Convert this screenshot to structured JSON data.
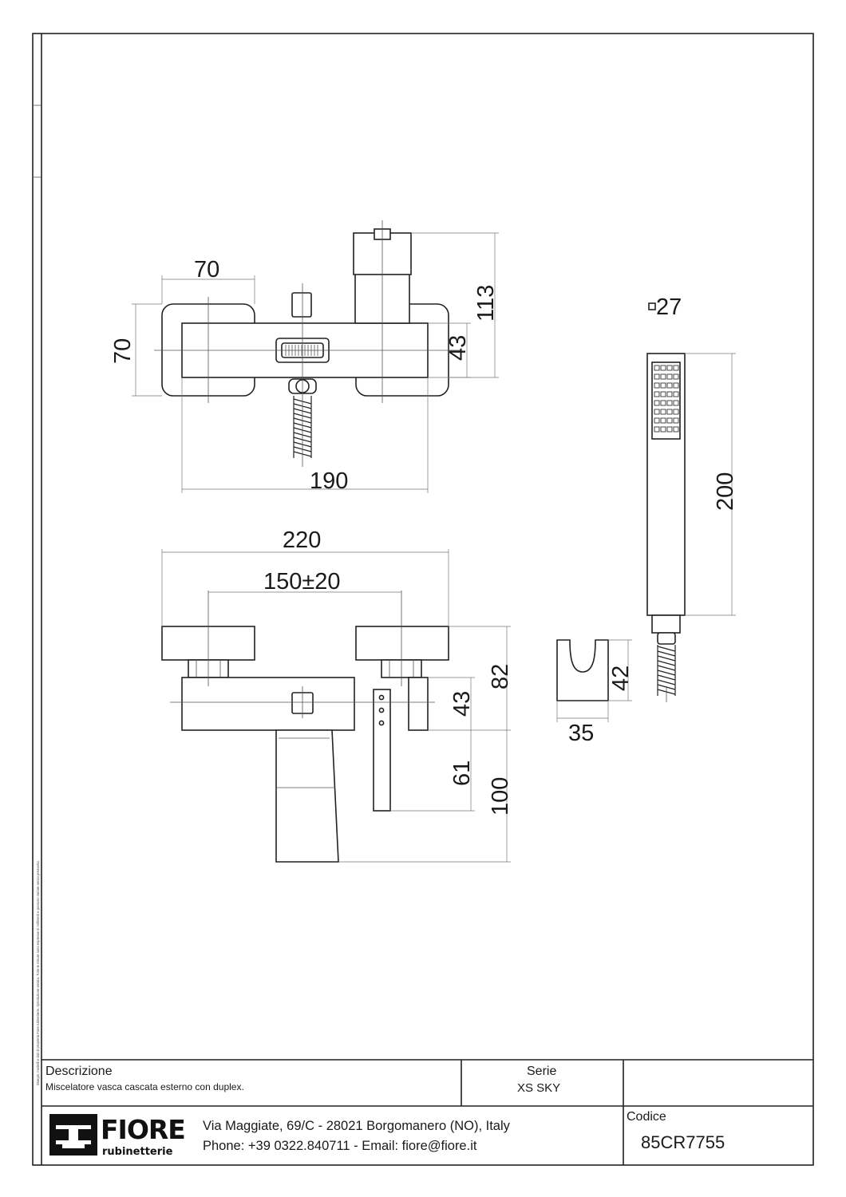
{
  "drawing": {
    "dimensions": {
      "top_width_70": "70",
      "top_height_70": "70",
      "top_height_43": "43",
      "top_height_113": "113",
      "top_width_190": "190",
      "front_width_220": "220",
      "front_centers": "150±20",
      "front_height_82": "82",
      "front_height_43": "43",
      "front_height_61": "61",
      "front_height_100": "100",
      "holder_height_42": "42",
      "holder_width_35": "35",
      "handshower_square": "27",
      "handshower_length": "200"
    },
    "side_note": "Disegni, modelli e dati di proprietà Fiore rubinetterie, riproduzione vietata. Tutte le misure sono espresse in millimetri e possono variare senza preavviso."
  },
  "title_block": {
    "descrizione_label": "Descrizione",
    "descrizione_value": "Miscelatore vasca cascata esterno con duplex.",
    "serie_label": "Serie",
    "serie_value": "XS SKY",
    "codice_label": "Codice",
    "codice_value": "85CR7755",
    "address": "Via Maggiate, 69/C - 28021 Borgomanero (NO), Italy",
    "contacts": "Phone: +39 0322.840711 - Email: fiore@fiore.it",
    "logo_brand": "FIORE",
    "logo_sub": "rubinetterie"
  },
  "colors": {
    "line": "#222222",
    "paper": "#ffffff"
  }
}
